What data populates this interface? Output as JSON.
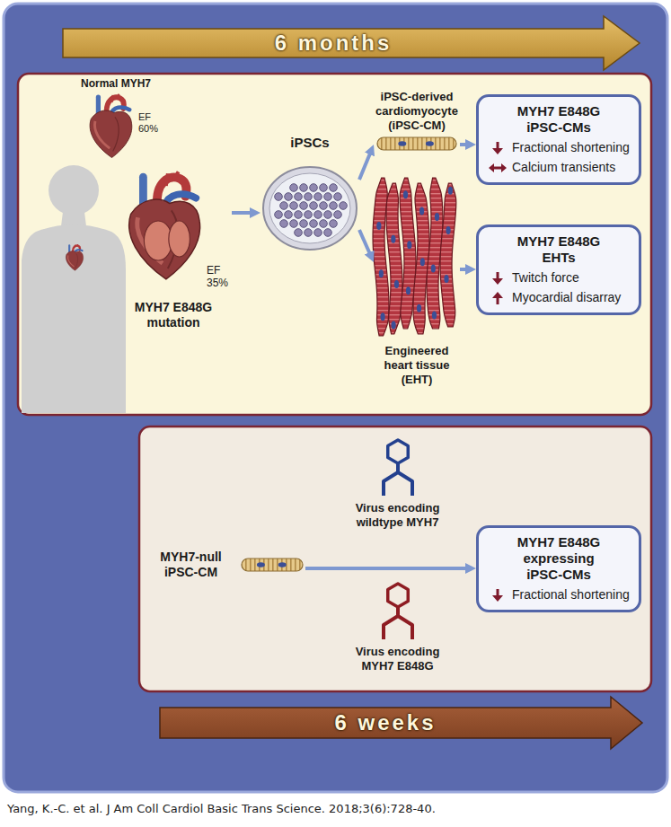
{
  "diagram": {
    "caption": "Yang, K.-C. et al. J Am Coll Cardiol Basic Trans Science. 2018;3(6):728-40.",
    "nodes": [
      {
        "text": [
          "Normal MYH7",
          "EF 60%"
        ]
      },
      {
        "text": [
          "EF 35%",
          "MYH7 E848G mutation"
        ]
      },
      {
        "text": [
          "iPSCs"
        ]
      },
      {
        "text": [
          "iPSC-derived cardiomyocyte (iPSC-CM)"
        ]
      },
      {
        "text": [
          "Engineered heart tissue (EHT)"
        ]
      },
      {
        "text": [
          "MYH7 E848G iPSC-CMs",
          "Fractional shortening",
          "Calcium transients"
        ]
      },
      {
        "text": [
          "MYH7 E848G EHTs",
          "Twitch force",
          "Myocardial disarray"
        ]
      },
      {
        "text": [
          "MYH7-null iPSC-CM"
        ]
      },
      {
        "text": [
          "Virus encoding wildtype MYH7"
        ]
      },
      {
        "text": [
          "Virus encoding MYH7 E848G"
        ]
      },
      {
        "text": [
          "MYH7 E848G expressing iPSC-CMs",
          "Fractional shortening"
        ]
      }
    ],
    "edges": [
      {
        "from": 1,
        "to": 2,
        "arrow": "to"
      },
      {
        "from": 2,
        "to": 3,
        "arrow": "to"
      },
      {
        "from": 2,
        "to": 4,
        "arrow": "to"
      },
      {
        "from": 3,
        "to": 5,
        "arrow": "to"
      },
      {
        "from": 4,
        "to": 6,
        "arrow": "to"
      },
      {
        "from": 7,
        "to": 10,
        "arrow": "to"
      }
    ],
    "labels": [
      "6 months",
      "6 weeks"
    ]
  }
}
